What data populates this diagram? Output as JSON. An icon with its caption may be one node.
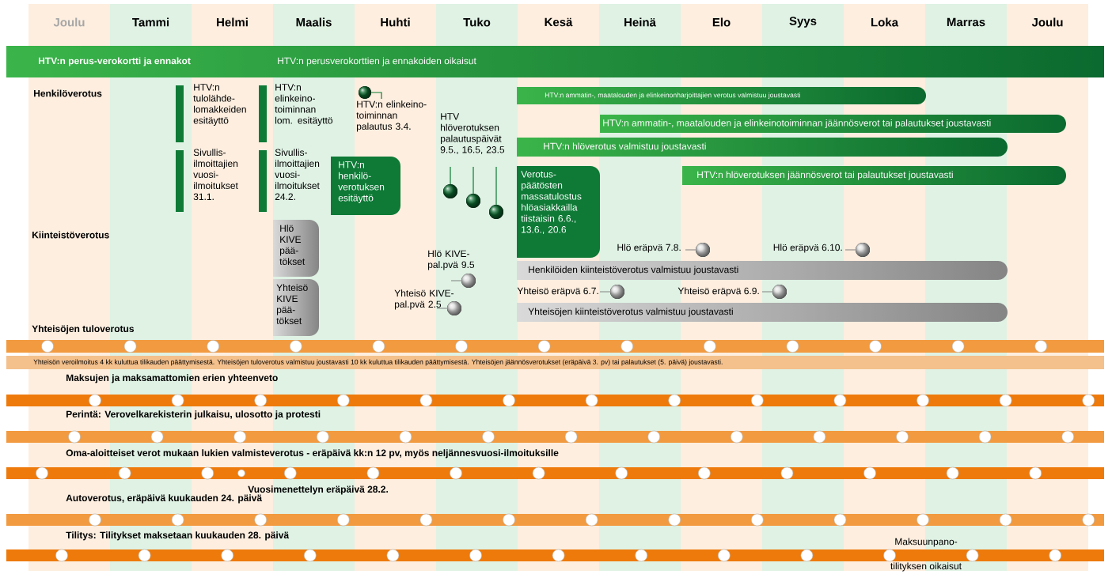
{
  "diagram": {
    "nodes": [
      {
        "text": [
          "HTV:n perus-verokortti ja ennakot",
          "HTV:n perusverokorttien ja ennakoiden oikaisut"
        ]
      },
      {
        "text": [
          "HTV:n tulolähde-lomakkeiden esitäyttö"
        ]
      },
      {
        "text": [
          "Sivullis-ilmoittajien vuosi-ilmoitukset 31.1."
        ]
      },
      {
        "text": [
          "HTV:n elinkeino-toiminnan lom. esitäyttö"
        ]
      },
      {
        "text": [
          "Sivullis-ilmoittajien vuosi-ilmoitukset 24.2."
        ]
      },
      {
        "text": [
          "HTV:n henkilö-verotuksen esitäyttö"
        ]
      },
      {
        "text": [
          "HTV:n elinkeino-toiminnan palautus 3.4."
        ]
      },
      {
        "text": [
          "HTV hlöverotuksen palautuspäivät 9.5., 16.5, 23.5"
        ]
      },
      {
        "text": [
          "HTV:n ammatin-, maatalouden ja elinkeinonharjoittajien verotus valmistuu joustavasti"
        ]
      },
      {
        "text": [
          "HTV:n ammatin-, maatalouden ja elinkeinotoiminnan jäännösverot tai palautukset joustavasti"
        ]
      },
      {
        "text": [
          "HTV:n hlöverotus valmistuu joustavasti"
        ]
      },
      {
        "text": [
          "Verotus-päätösten massatulostus hlöasiakkailla tiistaisin 6.6., 13.6., 20.6"
        ]
      },
      {
        "text": [
          "HTV:n hlöverotuksen jäännösverot tai palautukset joustavasti"
        ]
      },
      {
        "text": [
          "Hlö KIVE pää-tökset"
        ]
      },
      {
        "text": [
          "Yhteisö KIVE pää-tökset"
        ]
      },
      {
        "text": [
          "Hlö KIVE-pal.pvä 9.5"
        ]
      },
      {
        "text": [
          "Yhteisö KIVE-pal.pvä 2.5"
        ]
      },
      {
        "text": [
          "Hlö eräpvä 7.8."
        ]
      },
      {
        "text": [
          "Hlö eräpvä 6.10."
        ]
      },
      {
        "text": [
          "Henkilöiden kiinteistöverotus valmistuu joustavasti"
        ]
      },
      {
        "text": [
          "Yhteisö eräpvä 6.7."
        ]
      },
      {
        "text": [
          "Yhteisö eräpvä 6.9."
        ]
      },
      {
        "text": [
          "Yhteisöjen kiinteistöverotus valmistuu joustavasti"
        ]
      },
      {
        "text": [
          "Yhteisöjen tuloverotus"
        ]
      },
      {
        "text": [
          "Yhteisön veroilmoitus 4 kk kuluttua tilikauden päättymisestä. Yhteisöjen tuloverotus valmistuu joustavasti 10 kk kuluttua tilikauden päättymisestä. Yhteisöjen jäännösverotukset (eräpäivä 3. pv) tai palautukset (5. päivä) joustavasti."
        ]
      },
      {
        "text": [
          "Maksujen ja maksamattomien erien yhteenveto"
        ]
      },
      {
        "text": [
          "Perintä: Verovelkarekisterin julkaisu, ulosotto ja protesti"
        ]
      },
      {
        "text": [
          "Oma-aloitteiset verot mukaan lukien valmisteverotus - eräpäivä kk:n 12 pv, myös neljännesvuosi-ilmoituksille"
        ],
        "beside": [
          "Vuosimenettelyn eräpäivä 28.2."
        ]
      },
      {
        "text": [
          "Autoverotus, eräpäivä kuukauden 24. päivä"
        ]
      },
      {
        "text": [
          "Tilitys: Tilitykset maksetaan kuukauden 28. päivä"
        ],
        "beside": [
          "Maksuunpano-",
          "tilityksen oikaisut"
        ]
      }
    ],
    "labels": [
      "Joulu",
      "Tammi",
      "Helmi",
      "Maalis",
      "Huhti",
      "Tuko",
      "Kesä",
      "Heinä",
      "Elo",
      "Syys",
      "Loka",
      "Marras",
      "Joulu",
      "Henkilöverotus",
      "Kiinteistöverotus"
    ]
  }
}
